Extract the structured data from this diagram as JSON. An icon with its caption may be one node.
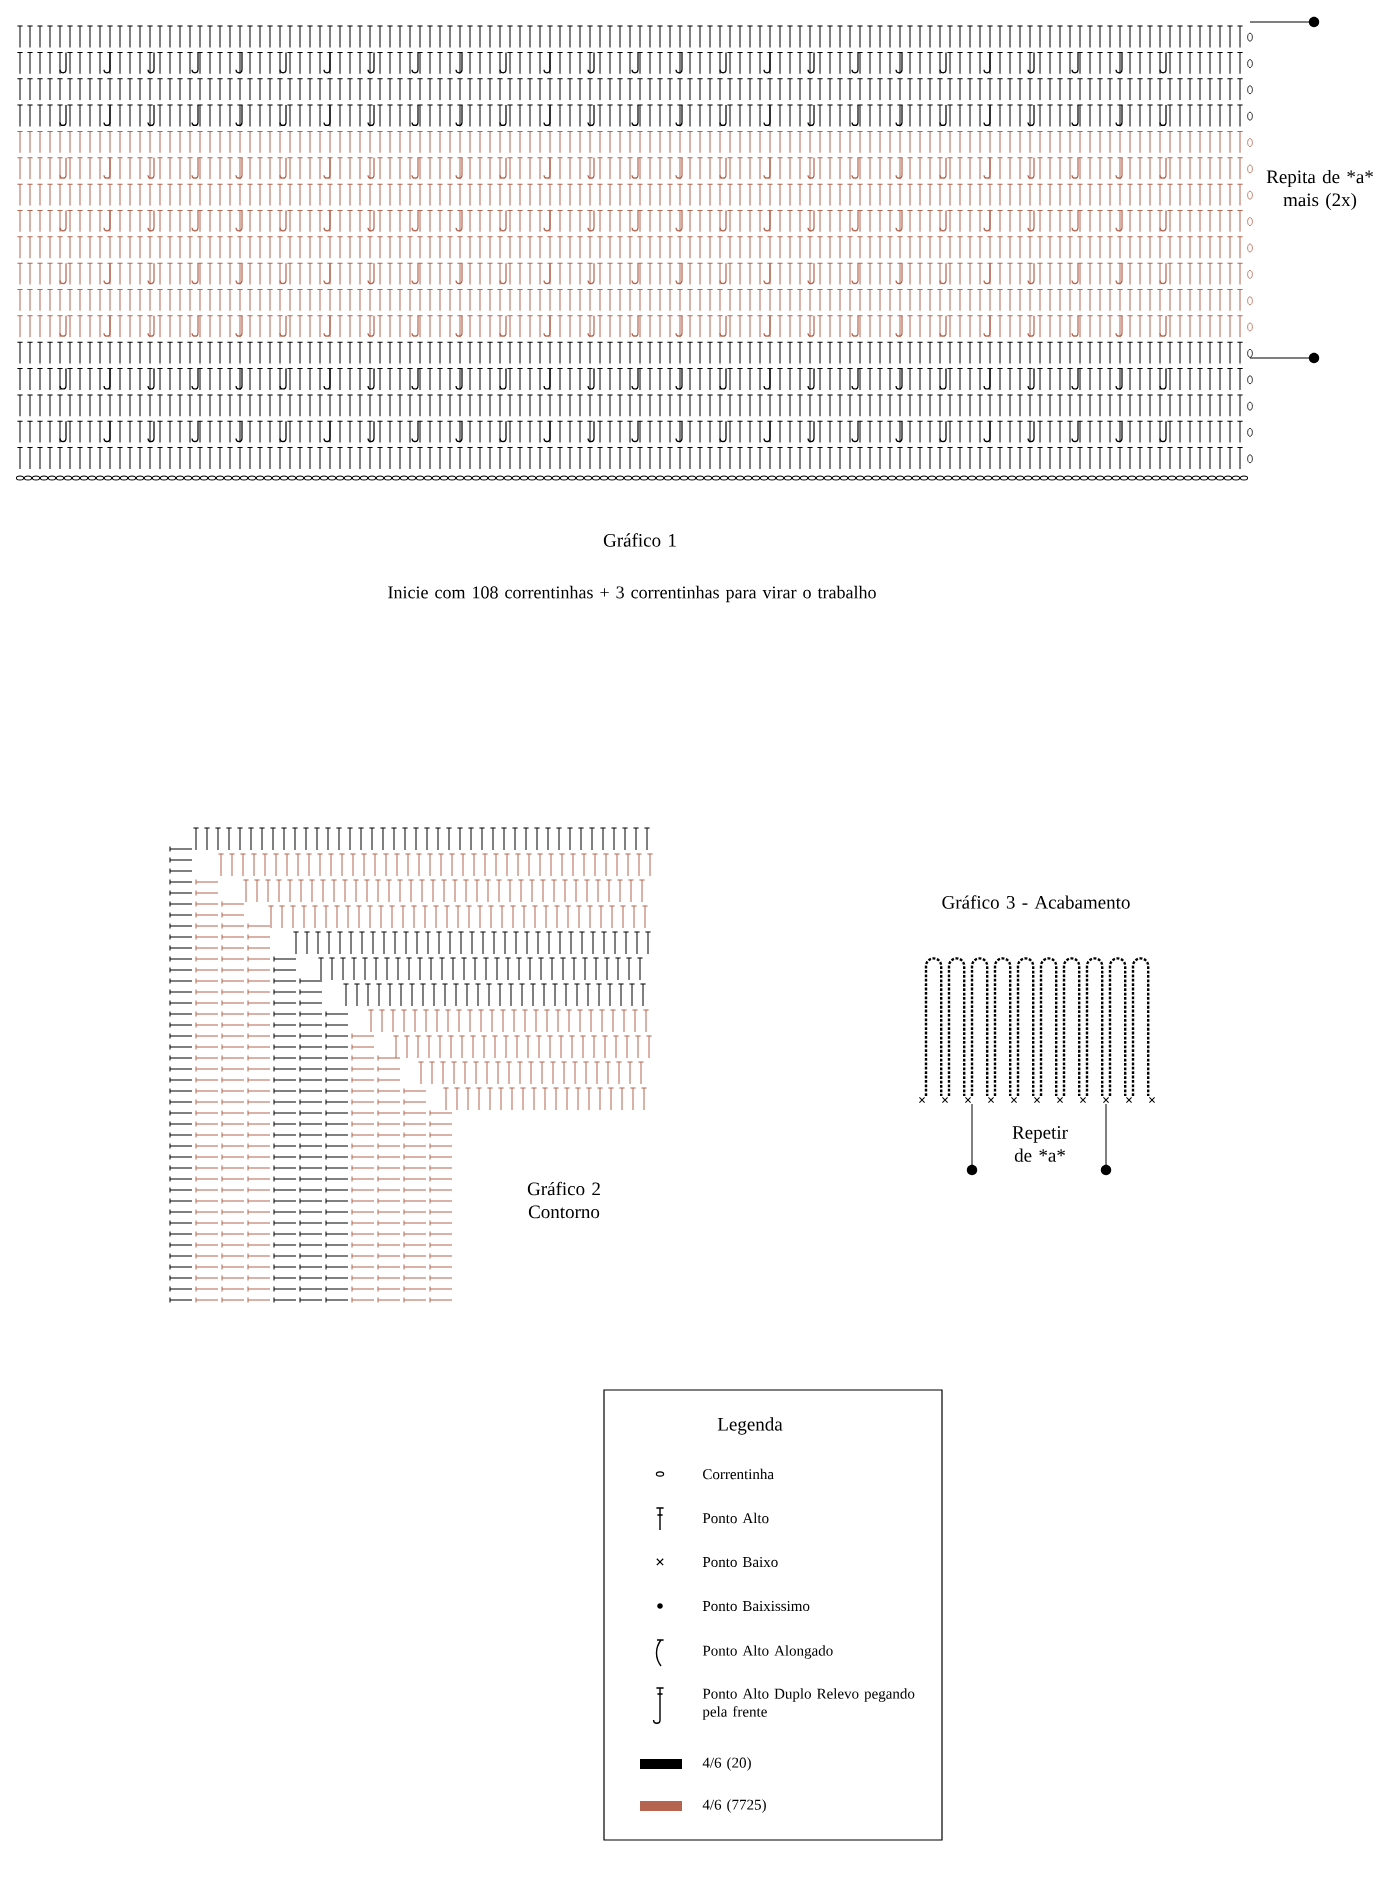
{
  "diagram": {
    "labels": [
      "Repita de *a* mais (2x)",
      "Gráfico 1",
      "Inicie com 108 correntinhas + 3 correntinhas para virar o trabalho",
      "Gráfico 3 - Acabamento",
      "Gráfico 2 Contorno",
      "Repetir de *a*",
      "Legenda"
    ],
    "legend": [
      {
        "text": "Correntinha"
      },
      {
        "text": "Ponto Alto"
      },
      {
        "text": "Ponto Baixo"
      },
      {
        "text": "Ponto Baixissimo"
      },
      {
        "text": "Ponto Alto Alongado"
      },
      {
        "text": "Ponto Alto Duplo Relevo pegando pela frente"
      },
      {
        "text": "4/6 (20)",
        "color": "#000000"
      },
      {
        "text": "4/6 (7725)",
        "color": "#b5654f"
      }
    ]
  }
}
